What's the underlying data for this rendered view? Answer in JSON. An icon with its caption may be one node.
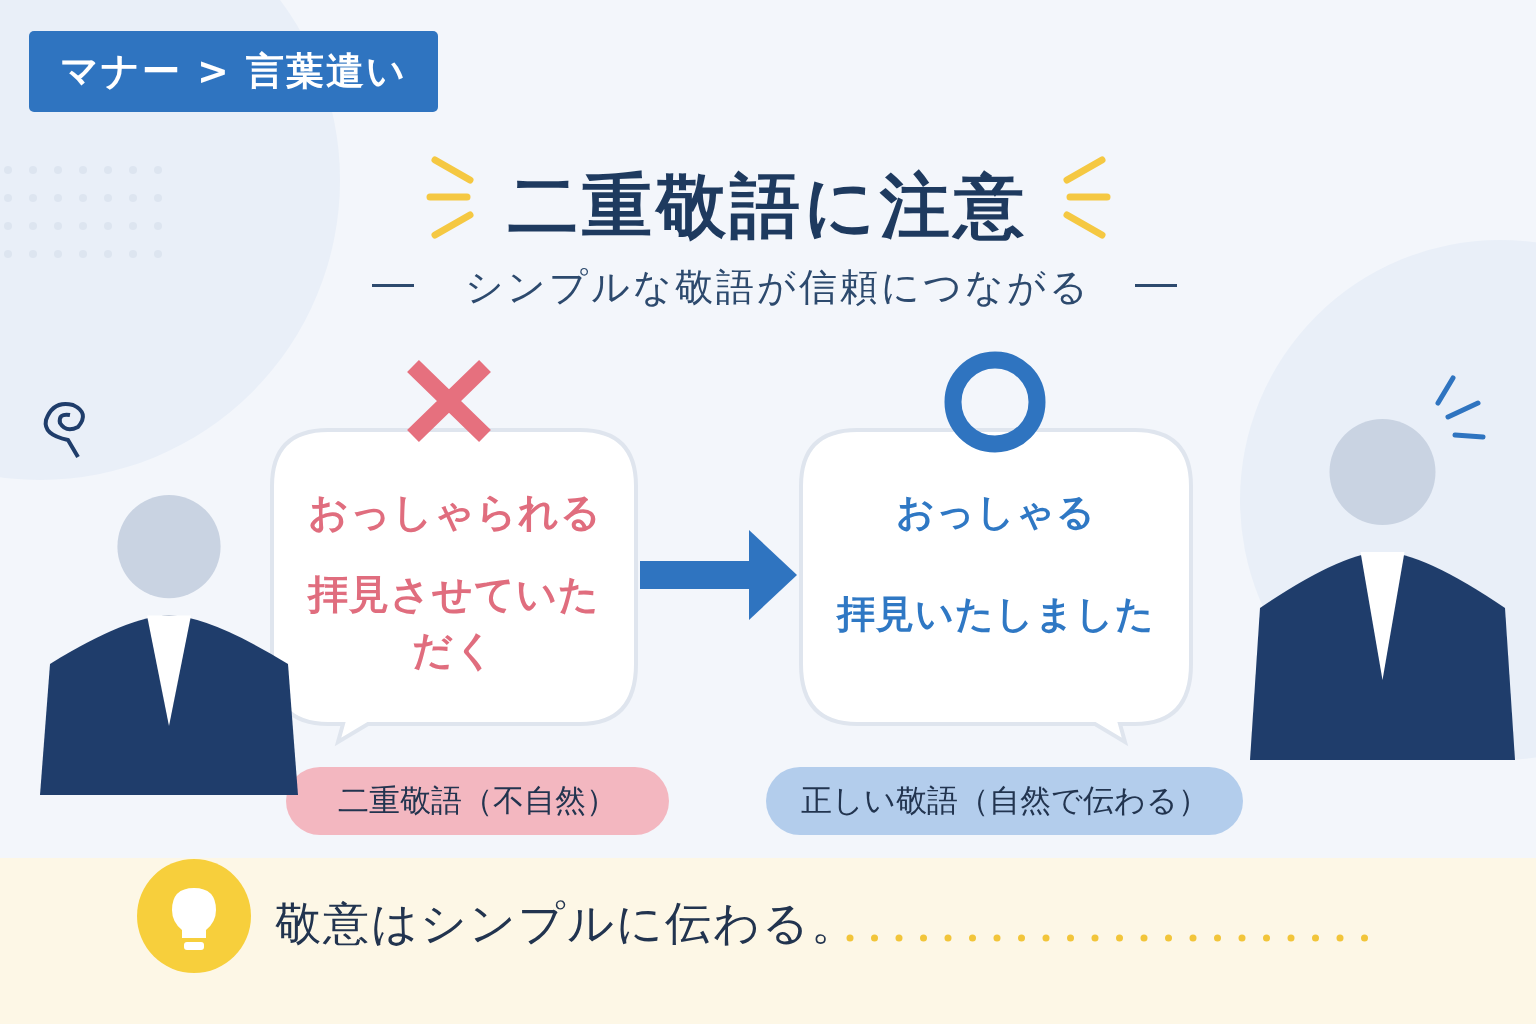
{
  "diagram": {
    "title": "二重敬語に注意",
    "nodes": [
      {
        "text": [
          "マナー > 言葉遣い"
        ]
      },
      {
        "text": [
          "おっしゃられる",
          "拝見させていただく"
        ]
      },
      {
        "text": [
          "おっしゃる",
          "拝見いたしました"
        ]
      },
      {
        "text": [
          "二重敬語（不自然）"
        ]
      },
      {
        "text": [
          "正しい敬語（自然で伝わる）"
        ]
      }
    ],
    "edges": [
      {
        "from": 1,
        "to": 2,
        "arrow": "to"
      }
    ],
    "labels": [
      "シンプルな敬語が信頼につながる",
      "敬意はシンプルに伝わる。"
    ]
  }
}
